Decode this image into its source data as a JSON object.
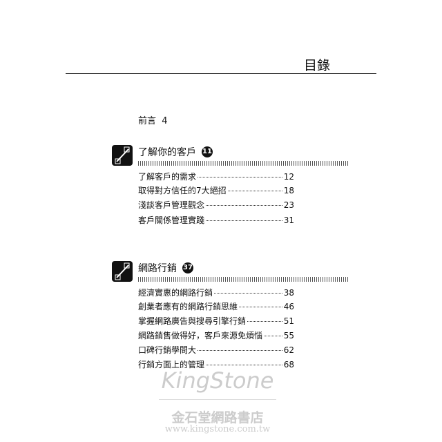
{
  "page_title": "目錄",
  "preface": {
    "label": "前言",
    "page": "4"
  },
  "sections": [
    {
      "title": "了解你的客戶",
      "page": "11",
      "items": [
        {
          "title": "了解客戶的需求",
          "page": "12"
        },
        {
          "title": "取得對方信任的7大絕招",
          "page": "18"
        },
        {
          "title": "淺談客戶管理觀念",
          "page": "23"
        },
        {
          "title": "客戶關係管理實踐",
          "page": "31"
        }
      ]
    },
    {
      "title": "網路行銷",
      "page": "37",
      "items": [
        {
          "title": "經濟實惠的網路行銷",
          "page": "38"
        },
        {
          "title": "創業者應有的網路行銷思維",
          "page": "46"
        },
        {
          "title": "掌握網路廣告與搜尋引擎行銷",
          "page": "51"
        },
        {
          "title": "網路銷售做得好，客戶來源免煩惱",
          "page": "55"
        },
        {
          "title": "口碑行銷學問大",
          "page": "62"
        },
        {
          "title": "行銷方面上的管理",
          "page": "68"
        }
      ]
    }
  ],
  "watermark": {
    "brand": "KingStone",
    "name": "金石堂網路書店",
    "url": "www.kingstone.com.tw"
  }
}
